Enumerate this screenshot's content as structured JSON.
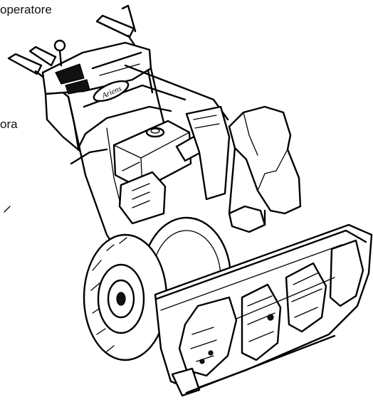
{
  "labels": {
    "operator": "operatore",
    "side": "ora"
  },
  "logo_text": "Ariens",
  "colors": {
    "line": "#000000",
    "background": "#ffffff"
  }
}
